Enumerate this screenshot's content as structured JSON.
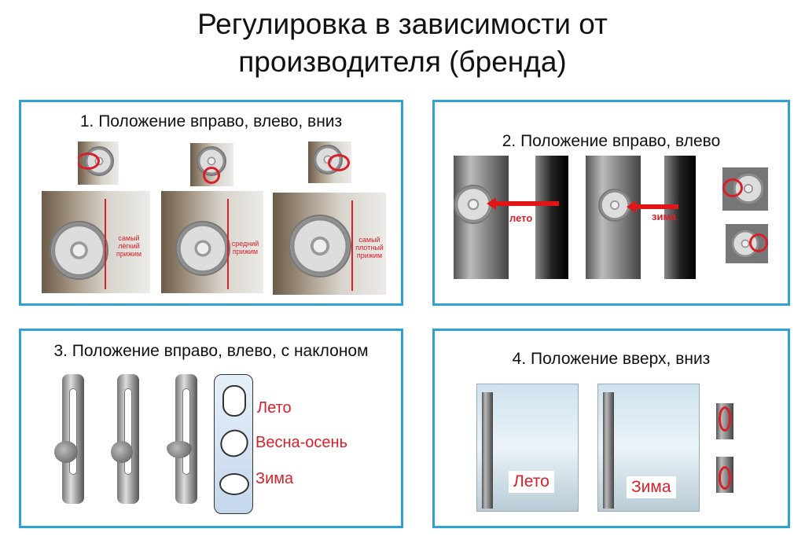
{
  "title": {
    "line1": "Регулировка в зависимости от",
    "line2": "производителя (бренда)"
  },
  "panels": [
    {
      "heading": "1. Положение вправо, влево, вниз",
      "captions": [
        "самый лёгкий прижим",
        "средний прижим",
        "самый плотный прижим"
      ]
    },
    {
      "heading": "2. Положение вправо, влево",
      "labels": [
        "лето",
        "зима"
      ]
    },
    {
      "heading": "3. Положение вправо, влево, с наклоном",
      "labels": [
        "Лето",
        "Весна-осень",
        "Зима"
      ]
    },
    {
      "heading": "4. Положение вверх, вниз",
      "labels": [
        "Лето",
        "Зима"
      ]
    }
  ],
  "colors": {
    "border": "#2ea3d3",
    "accent": "#d8202a"
  }
}
